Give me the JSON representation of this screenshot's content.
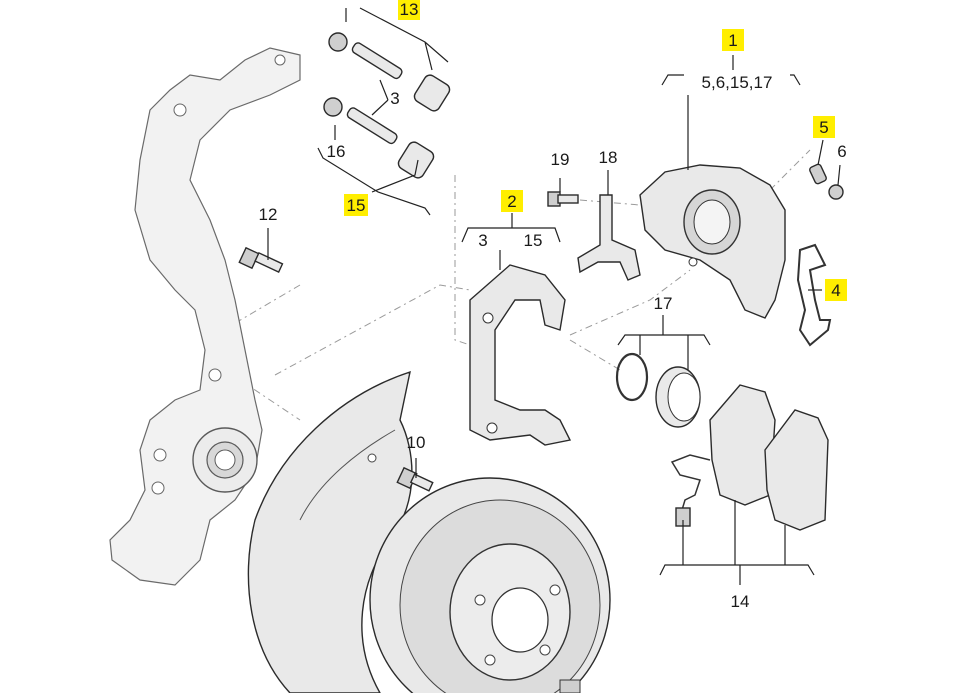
{
  "diagram": {
    "callouts": {
      "c1": "1",
      "c1_group": "5,6,15,17",
      "c2": "2",
      "c3a": "3",
      "c3b": "3",
      "c15a": "15",
      "c15b": "15",
      "c4": "4",
      "c5": "5",
      "c6": "6",
      "c10": "10",
      "c12": "12",
      "c13": "13",
      "c14": "14",
      "c16": "16",
      "c17": "17",
      "c18": "18",
      "c19": "19"
    },
    "highlight_color": "#ffee00"
  }
}
